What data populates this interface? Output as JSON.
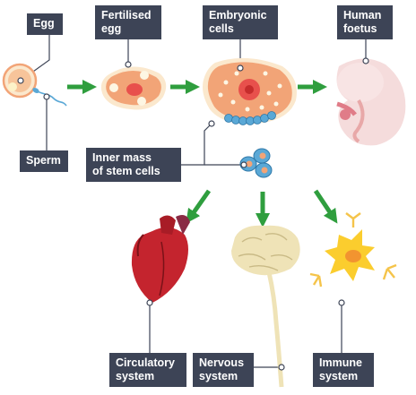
{
  "labels": {
    "egg": "Egg",
    "sperm": "Sperm",
    "fertilised_egg": "Fertilised\negg",
    "embryonic_cells": "Embryonic\ncells",
    "human_foetus": "Human\nfoetus",
    "inner_mass": "Inner mass\nof stem cells",
    "circulatory": "Circulatory\nsystem",
    "nervous": "Nervous\nsystem",
    "immune": "Immune\nsystem"
  },
  "colors": {
    "label_bg": "#3d4456",
    "label_text": "#ffffff",
    "arrow": "#2f9e3e",
    "cell_fill": "#f2a477",
    "cell_membrane": "#fbe8cd",
    "nucleus": "#e8504c",
    "stem_cell": "#5aa8d6",
    "heart": "#c4242e",
    "brain": "#efe3b7",
    "immune_cell": "#fbcd2e",
    "foetus": "#f5dcdc"
  }
}
